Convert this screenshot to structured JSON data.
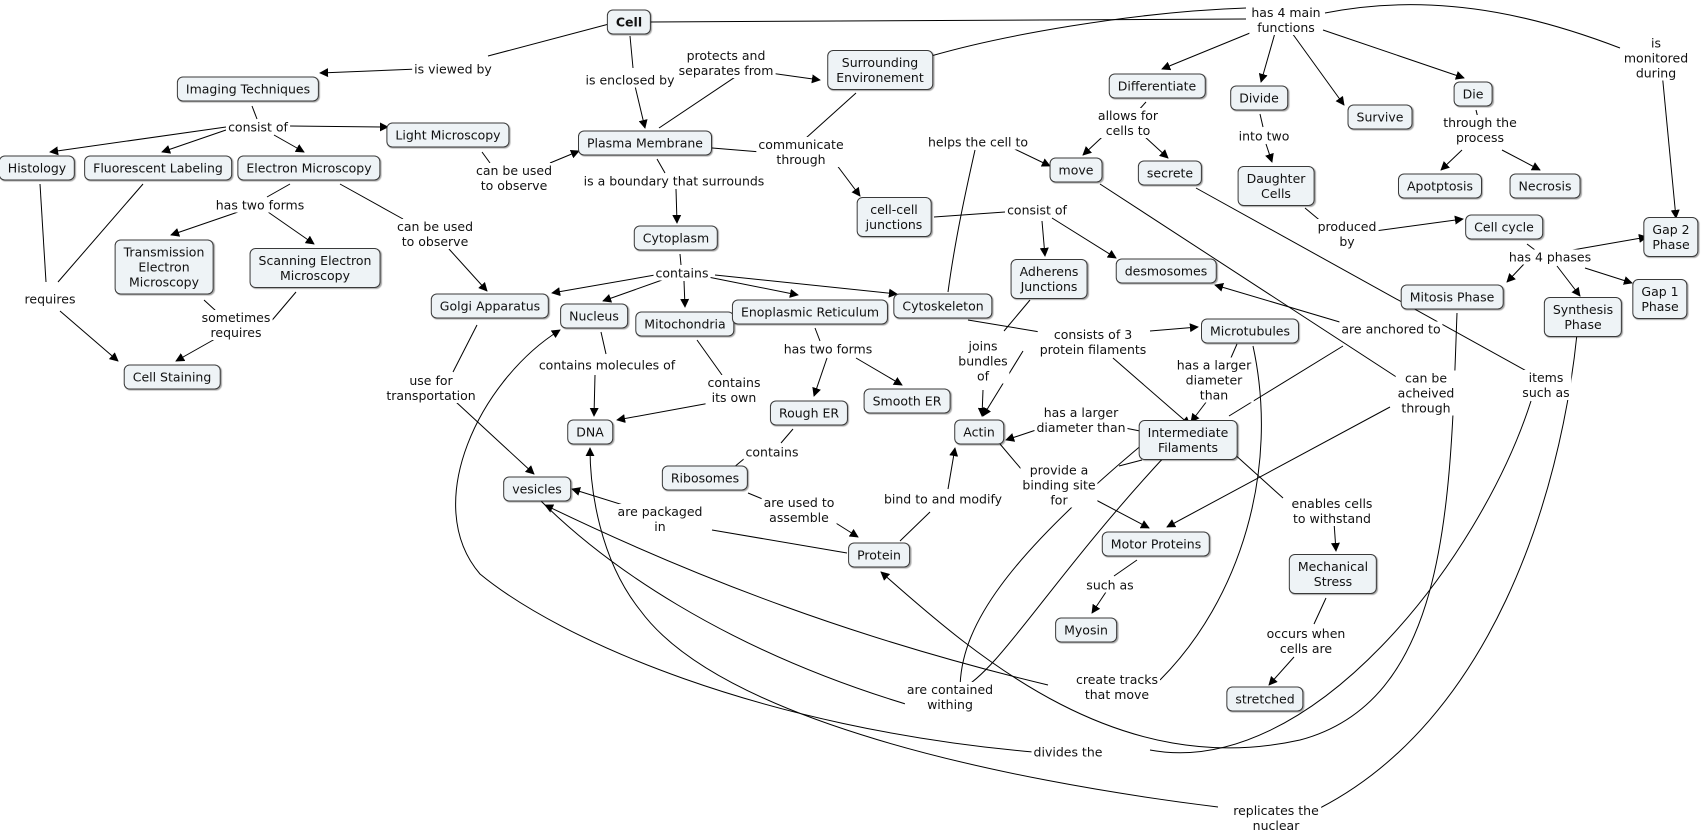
{
  "concepts": {
    "cell": "Cell",
    "imaging": "Imaging Techniques",
    "histology": "Histology",
    "fluor": "Fluorescent Labeling",
    "electron": "Electron Microscopy",
    "light": "Light Microscopy",
    "tem": "Transmission\nElectron\nMicroscopy",
    "sem": "Scanning Electron\nMicroscopy",
    "staining": "Cell Staining",
    "plasma": "Plasma Membrane",
    "surrounding": "Surrounding\nEnvironement",
    "cytoplasm": "Cytoplasm",
    "golgi": "Golgi Apparatus",
    "nucleus": "Nucleus",
    "mito": "Mitochondria",
    "er": "Enoplasmic Reticulum",
    "cytoskeleton": "Cytoskeleton",
    "dna": "DNA",
    "vesicles": "vesicles",
    "rougher": "Rough ER",
    "smoother": "Smooth ER",
    "ribosomes": "Ribosomes",
    "protein": "Protein",
    "junctions": "cell-cell\njunctions",
    "adherens": "Adherens\nJunctions",
    "desmosomes": "desmosomes",
    "microtubules": "Microtubules",
    "actin": "Actin",
    "intermediate": "Intermediate\nFilaments",
    "motor": "Motor Proteins",
    "myosin": "Myosin",
    "mechanical": "Mechanical\nStress",
    "stretched": "stretched",
    "move": "move",
    "secrete": "secrete",
    "differentiate": "Differentiate",
    "divide": "Divide",
    "survive": "Survive",
    "die": "Die",
    "daughter": "Daughter\nCells",
    "apoptosis": "Apotptosis",
    "necrosis": "Necrosis",
    "cellcycle": "Cell cycle",
    "mitosis": "Mitosis Phase",
    "synthesis": "Synthesis\nPhase",
    "gap1": "Gap 1\nPhase",
    "gap2": "Gap 2\nPhase"
  },
  "phrases": {
    "viewedby": "is viewed by",
    "enclosed": "is enclosed by",
    "protects": "protects and\nseparates from",
    "has4": "has 4 main\nfunctions",
    "monitored": "is monitored\nduring",
    "consistof1": "consist of",
    "usedobserve1": "can be used\nto observe",
    "twoforms1": "has two forms",
    "usedobserve2": "can be used\nto observe",
    "requires": "requires",
    "sometimes": "sometimes\nrequires",
    "boundary": "is a boundary that surrounds",
    "communicate": "communicate\nthrough",
    "contains1": "contains",
    "useforTransport": "use for\ntransportation",
    "containsMolecules": "contains molecules of",
    "containsOwn": "contains\nits own",
    "twoforms2": "has two forms",
    "contains2": "contains",
    "usedAssemble": "are used to\nassemble",
    "packaged": "are packaged\nin",
    "bindModify": "bind to and modify",
    "helps": "helps the cell to",
    "consistof2": "consist of",
    "joins": "joins\nbundles\nof",
    "consists3": "consists of 3\nprotein filaments",
    "largerDiam1": "has a larger\ndiameter\nthan",
    "largerDiam2": "has a larger\ndiameter than",
    "bindingSite": "provide a\nbinding site\nfor",
    "enables": "enables cells\nto withstand",
    "suchas": "such as",
    "occurs": "occurs when\ncells are",
    "anchored": "are anchored to",
    "achieved": "can be\nacheived\nthrough",
    "items": "items\nsuch as",
    "allows": "allows for\ncells to",
    "intotwo": "into two",
    "through": "through the\nprocess",
    "produced": "produced\nby",
    "has4phases": "has 4 phases",
    "containedWithing": "are contained\nwithing",
    "createTracks": "create tracks\nthat move",
    "dividesThe": "divides the",
    "replicates": "replicates the\nnuclear"
  }
}
